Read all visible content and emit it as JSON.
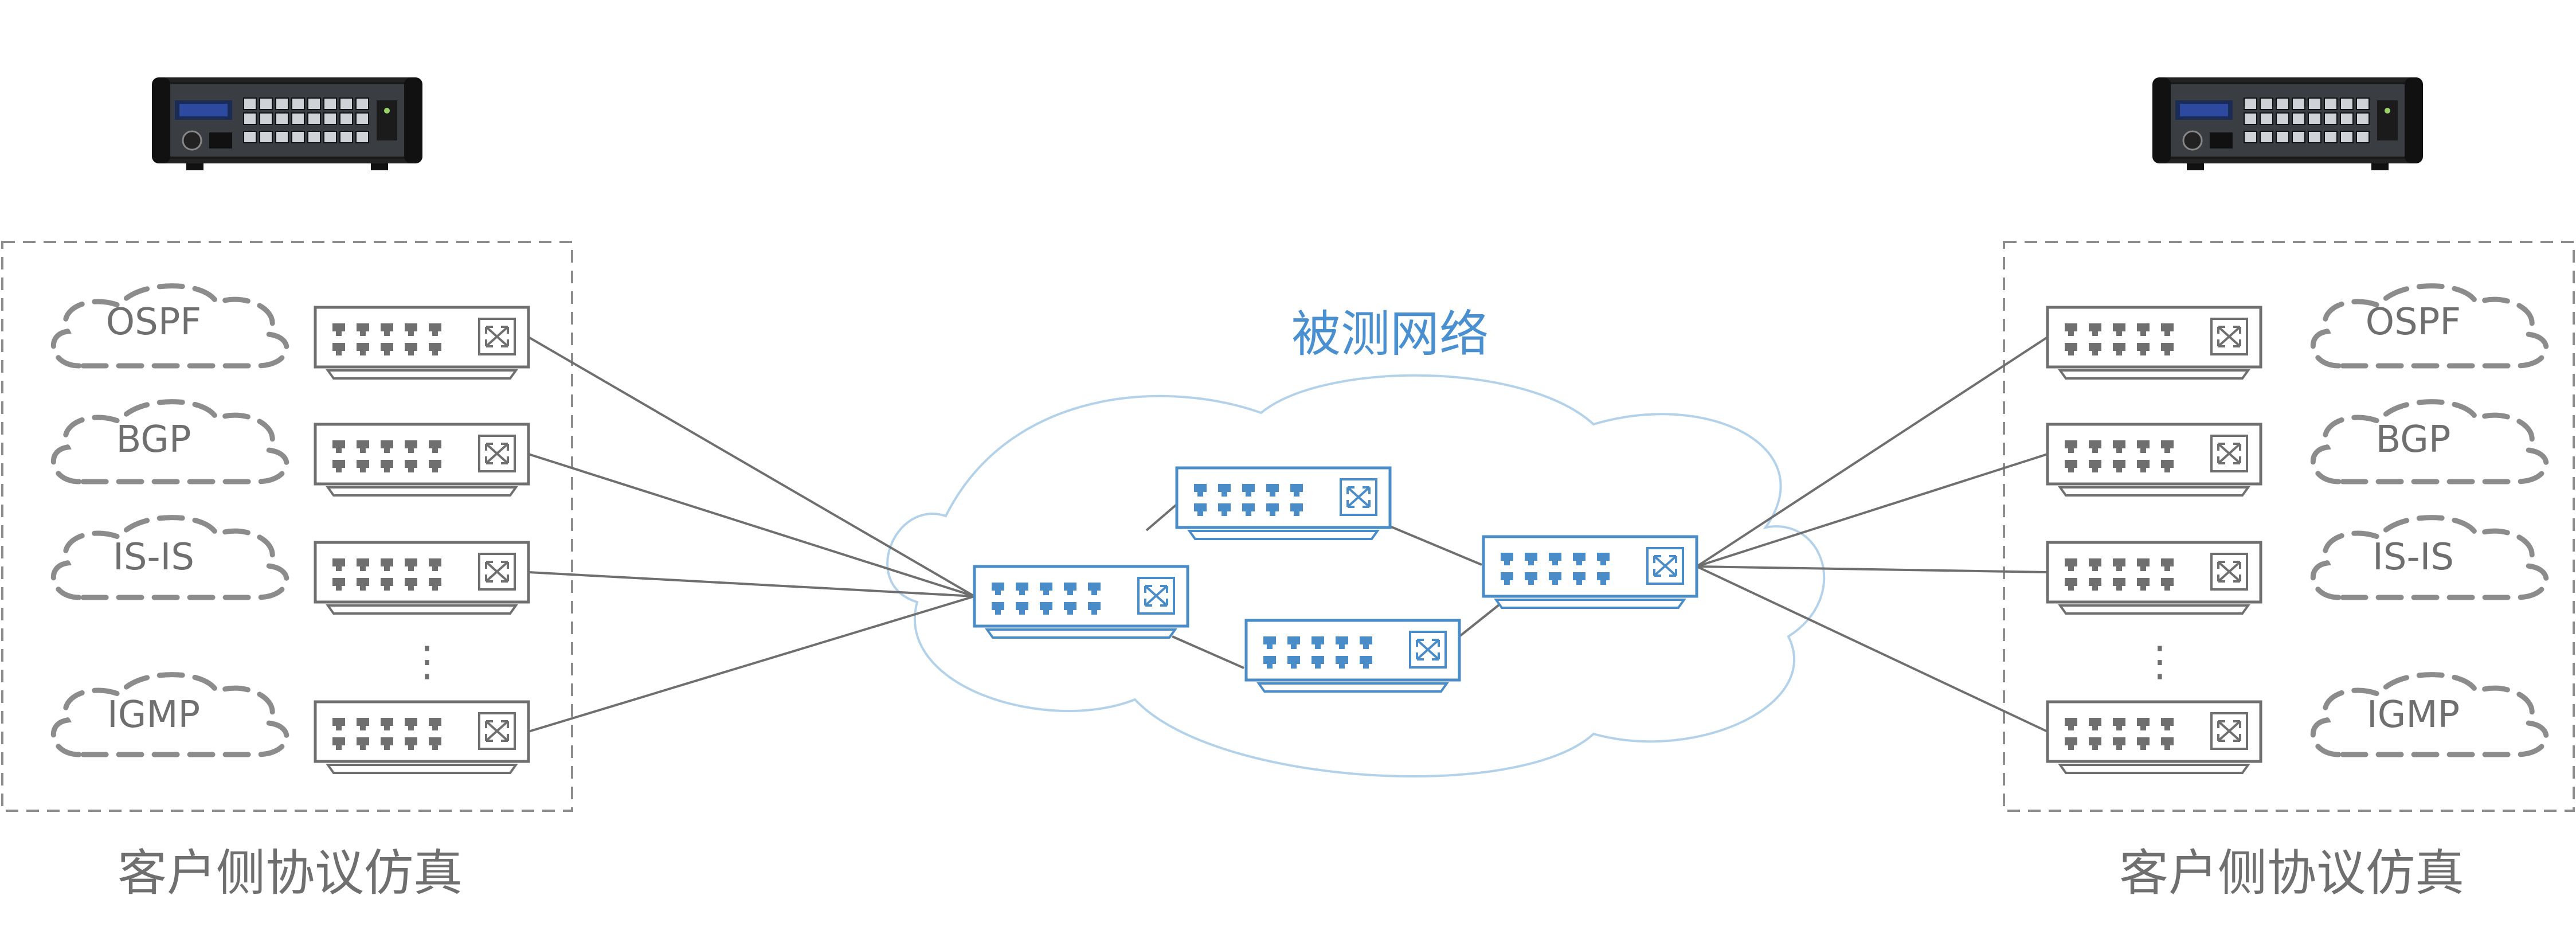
{
  "network_label": "被测网络",
  "left_panel": {
    "caption": "客户侧协议仿真",
    "protocols": [
      "OSPF",
      "BGP",
      "IS-IS",
      "IGMP"
    ],
    "ellipsis": "⋮"
  },
  "right_panel": {
    "caption": "客户侧协议仿真",
    "protocols": [
      "OSPF",
      "BGP",
      "IS-IS",
      "IGMP"
    ],
    "ellipsis": "⋮"
  },
  "colors": {
    "gray": "#6f6f6f",
    "dash": "#8c8c8c",
    "blue": "#4a8cc7",
    "cloud": "#b3d2ea",
    "label_blue": "#4a90d0"
  }
}
